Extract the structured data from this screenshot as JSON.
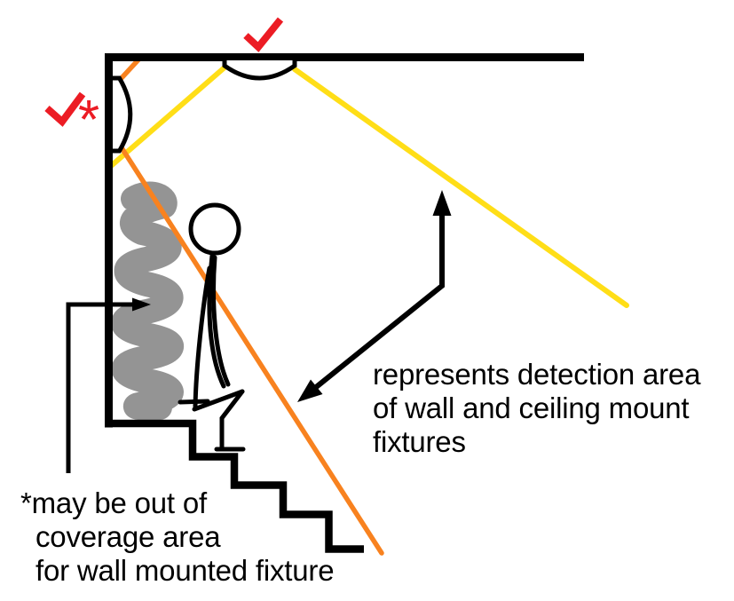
{
  "annotations": {
    "detection_note": {
      "line1": "represents detection area",
      "line2": "of wall and ceiling mount",
      "line3": "fixtures"
    },
    "coverage_note": {
      "line1": "*may be out of",
      "line2": "coverage area",
      "line3": "for wall mounted fixture"
    },
    "wall_fixture_mark": "*"
  },
  "colors": {
    "ceiling_beam": "#FFDE17",
    "wall_beam": "#F8821F",
    "check": "#EC1C24",
    "coverage_blob": "#949494",
    "structure": "#000000"
  }
}
